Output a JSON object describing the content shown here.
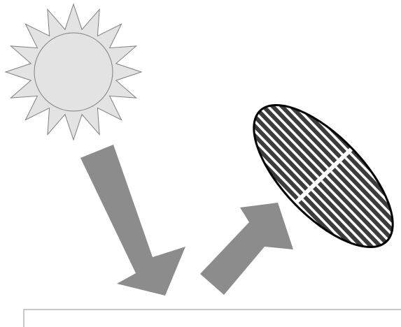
{
  "diagram": {
    "elements": [
      {
        "name": "sun-icon",
        "kind": "sun",
        "rays": 16
      },
      {
        "name": "incoming-light-arrow",
        "kind": "arrow",
        "direction": "down"
      },
      {
        "name": "reflected-light-arrow",
        "kind": "arrow",
        "direction": "up-right"
      },
      {
        "name": "solar-panel",
        "kind": "striped-ellipse"
      },
      {
        "name": "ground-surface",
        "kind": "line"
      }
    ],
    "colors": {
      "sun_fill": "#e3e3e3",
      "sun_stroke": "#808080",
      "arrow_fill": "#8c8c8c",
      "panel_stripe_dark": "#3c3c3c",
      "panel_stripe_light": "#ffffff",
      "panel_outline": "#000000",
      "ground_line": "#b5b5b5"
    }
  }
}
